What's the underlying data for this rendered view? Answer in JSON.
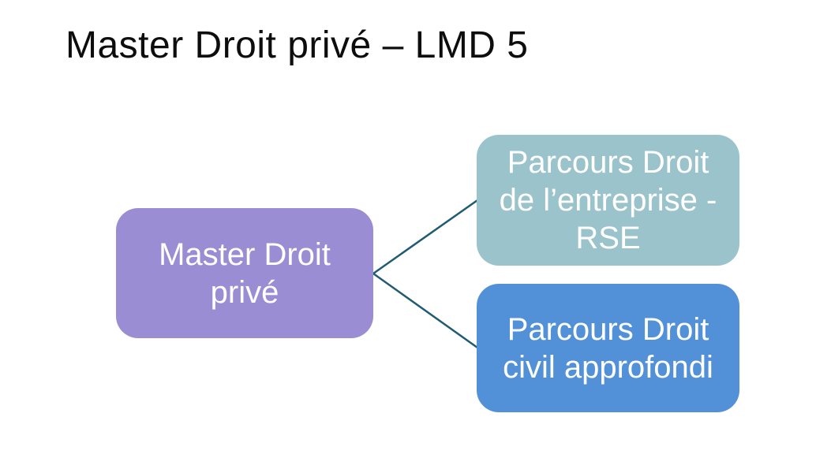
{
  "slide": {
    "title": "Master Droit privé – LMD 5",
    "background_color": "#ffffff",
    "title_color": "#0d0d0d"
  },
  "diagram": {
    "type": "hierarchy",
    "connector_color": "#1f5c73",
    "root": {
      "label": "Master Droit privé",
      "fill_color": "#9a8dd3",
      "text_color": "#ffffff"
    },
    "children": [
      {
        "label": "Parcours Droit de l’entreprise - RSE",
        "fill_color": "#9bc3cb",
        "text_color": "#ffffff"
      },
      {
        "label": "Parcours Droit civil approfondi",
        "fill_color": "#5291d7",
        "text_color": "#ffffff"
      }
    ]
  }
}
